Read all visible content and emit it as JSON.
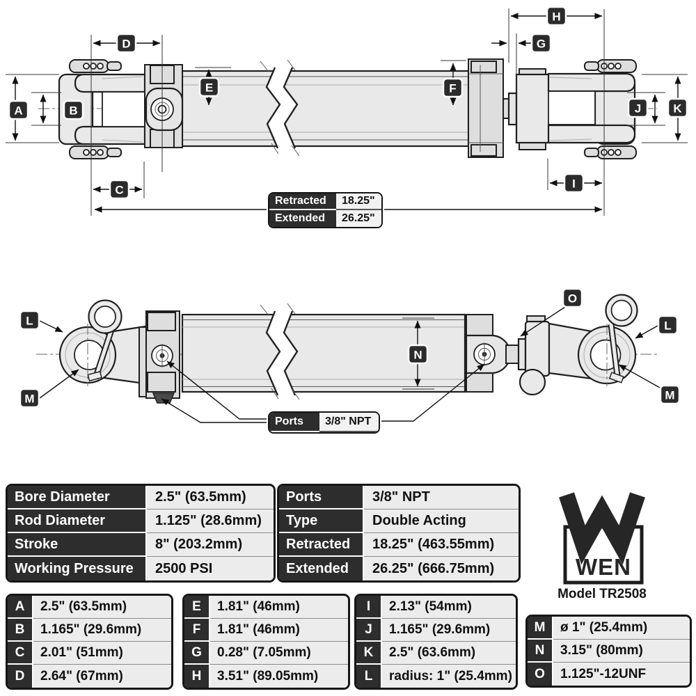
{
  "badges": {
    "A": "A",
    "B": "B",
    "C": "C",
    "D": "D",
    "E": "E",
    "F": "F",
    "G": "G",
    "H": "H",
    "I": "I",
    "J": "J",
    "K": "K",
    "L": "L",
    "M": "M",
    "N": "N",
    "O": "O"
  },
  "callouts": {
    "retracted_label": "Retracted",
    "retracted_value": "18.25\"",
    "extended_label": "Extended",
    "extended_value": "26.25\"",
    "ports_label": "Ports",
    "ports_value": "3/8\" NPT"
  },
  "spec_tables": {
    "left": {
      "rows": [
        {
          "label": "Bore Diameter",
          "value": "2.5\" (63.5mm)"
        },
        {
          "label": "Rod Diameter",
          "value": "1.125\" (28.6mm)"
        },
        {
          "label": "Stroke",
          "value": "8\" (203.2mm)"
        },
        {
          "label": "Working Pressure",
          "value": "2500 PSI"
        }
      ]
    },
    "right": {
      "rows": [
        {
          "label": "Ports",
          "value": "3/8\" NPT"
        },
        {
          "label": "Type",
          "value": "Double Acting"
        },
        {
          "label": "Retracted",
          "value": "18.25\" (463.55mm)"
        },
        {
          "label": "Extended",
          "value": "26.25\" (666.75mm)"
        }
      ]
    }
  },
  "dim_tables": {
    "abcd": {
      "rows": [
        {
          "key": "A",
          "value": "2.5\" (63.5mm)"
        },
        {
          "key": "B",
          "value": "1.165\" (29.6mm)"
        },
        {
          "key": "C",
          "value": "2.01\" (51mm)"
        },
        {
          "key": "D",
          "value": "2.64\" (67mm)"
        }
      ]
    },
    "efgh": {
      "rows": [
        {
          "key": "E",
          "value": "1.81\" (46mm)"
        },
        {
          "key": "F",
          "value": "1.81\" (46mm)"
        },
        {
          "key": "G",
          "value": "0.28\" (7.05mm)"
        },
        {
          "key": "H",
          "value": "3.51\" (89.05mm)"
        }
      ]
    },
    "ijkl": {
      "rows": [
        {
          "key": "I",
          "value": "2.13\" (54mm)"
        },
        {
          "key": "J",
          "value": "1.165\" (29.6mm)"
        },
        {
          "key": "K",
          "value": "2.5\" (63.6mm)"
        },
        {
          "key": "L",
          "value": "radius: 1\" (25.4mm)"
        }
      ]
    },
    "mno": {
      "rows": [
        {
          "key": "M",
          "value": "ø 1\" (25.4mm)"
        },
        {
          "key": "N",
          "value": "3.15\" (80mm)"
        },
        {
          "key": "O",
          "value": "1.125\"-12UNF"
        }
      ]
    }
  },
  "logo": {
    "brand": "WEN",
    "model": "Model TR2508"
  }
}
